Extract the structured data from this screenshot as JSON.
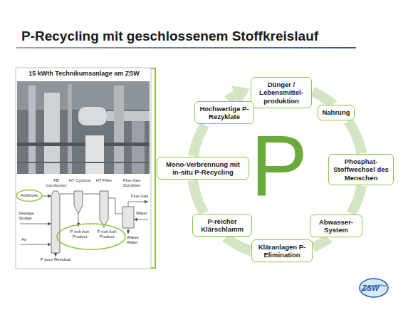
{
  "diagram": {
    "title": "P-Recycling mit geschlossenem Stoffkreislauf",
    "nodes": [
      {
        "text": [
          "Dünger / Lebensmittel- produktion"
        ]
      },
      {
        "text": [
          "Nahrung"
        ]
      },
      {
        "text": [
          "Phosphat- Stoffwechsel des Menschen"
        ]
      },
      {
        "text": [
          "Abwasser- System"
        ]
      },
      {
        "text": [
          "Kläranlagen P-Elimination"
        ]
      },
      {
        "text": [
          "P-reicher Klärschlamm"
        ]
      },
      {
        "text": [
          "Mono-Verbrennung mit in-situ P-Recycling"
        ]
      },
      {
        "text": [
          "Hochwertige P-Rezyklate"
        ]
      }
    ],
    "edges": [
      {
        "from": 0,
        "to": 1,
        "arrow": "none"
      },
      {
        "from": 1,
        "to": 2,
        "arrow": "none"
      },
      {
        "from": 2,
        "to": 3,
        "arrow": "none"
      },
      {
        "from": 3,
        "to": 4,
        "arrow": "none"
      },
      {
        "from": 4,
        "to": 5,
        "arrow": "none"
      },
      {
        "from": 5,
        "to": 6,
        "arrow": "none"
      },
      {
        "from": 6,
        "to": 7,
        "arrow": "none"
      },
      {
        "from": 7,
        "to": 0,
        "arrow": "to"
      }
    ],
    "labels": [
      "15 kWth Technikumsanlage am ZSW",
      "FB Combustor",
      "HT Cyclone",
      "HT Filter",
      "Flue Gas Scrubber",
      "Flue Gas",
      "Additives",
      "Sewage Sludge",
      "Air",
      "Water",
      "P rich Ash Product",
      "P rich Ash Product",
      "Waste Water",
      "P poor Residual",
      "P",
      "ZSW"
    ]
  }
}
